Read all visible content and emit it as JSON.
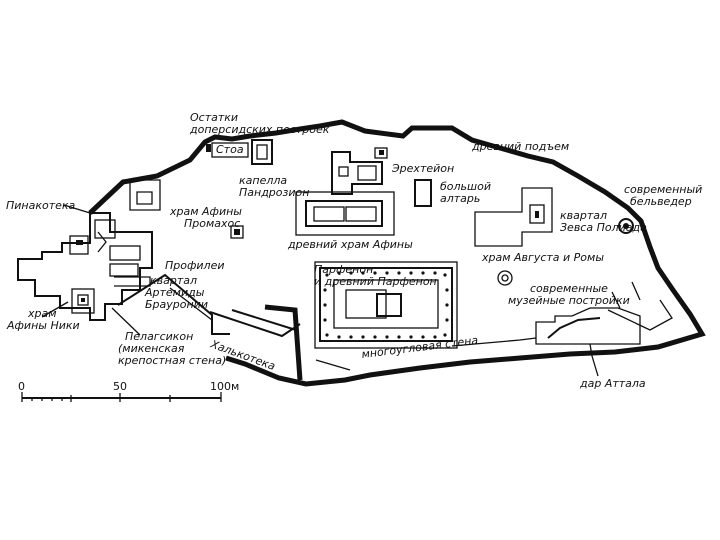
{
  "map": {
    "labels": {
      "remains": "Остатки",
      "prepersian": "доперсидских построек",
      "stoa": "Стоа",
      "ancient_rise": "древний подъем",
      "erechtheion": "Эрехтейон",
      "chapel": "капелла",
      "pandrosion": "Пандрозион",
      "big": "большой",
      "altar": "алтарь",
      "modern": "современный",
      "belvedere": "бельведер",
      "pinakotheke": "Пинакотека",
      "temple_athena": "храм Афины",
      "promachos": "Промахос",
      "ancient_temple_athena": "древний храм Афины",
      "quarter": "квартал",
      "zeus_polieus": "Зевса Полиада",
      "parthenon": "Парфенон",
      "ancient_parthenon": "и древний Парфенон",
      "temple_augustus": "храм Августа и Ромы",
      "propylaea": "Профилеи",
      "quarter_a": "квартал",
      "artemis": "Артемиды",
      "brauronia": "Брауронии",
      "modern_pl": "современные",
      "museum_bldgs": "музейные постройки",
      "temple": "храм",
      "athena_nike": "Афины Ники",
      "pelasgikon": "Пелагсикон",
      "mycenaean": "(микенская",
      "fortress_wall": "крепостная стена)",
      "chalkotheke": "Халькотека",
      "polygonal_wall": "многоугловая стена",
      "attalos_gift": "дар Аттала"
    },
    "scale_bar": {
      "ticks": [
        "0",
        "50",
        "100"
      ],
      "unit": "м"
    }
  }
}
